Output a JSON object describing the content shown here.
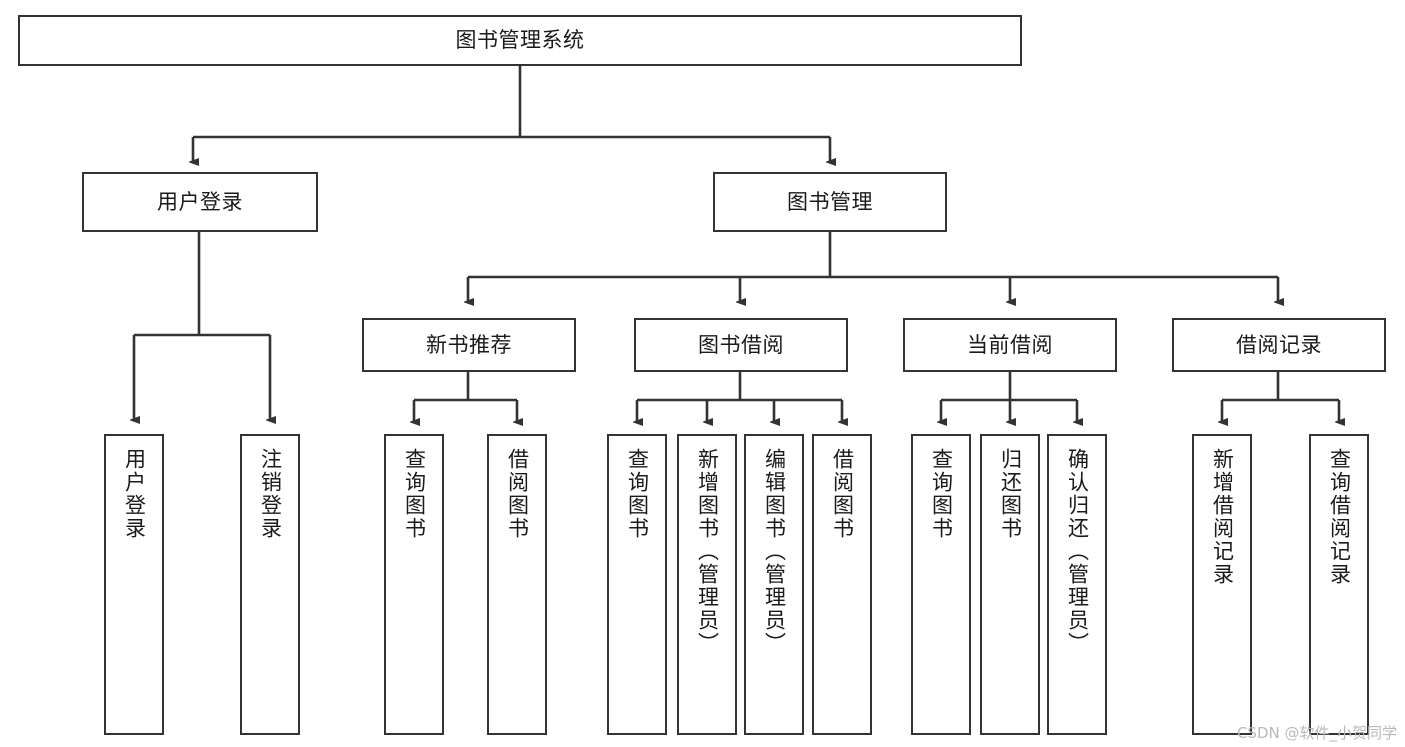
{
  "diagram": {
    "title": "图书管理系统",
    "watermark": "CSDN @软件_小贺同学",
    "accent_color": "#333333",
    "background_color": "#ffffff",
    "levels": {
      "level1": [
        {
          "id": "root",
          "label": "图书管理系统"
        }
      ],
      "level2": [
        {
          "id": "user-login",
          "label": "用户登录"
        },
        {
          "id": "book-manage",
          "label": "图书管理"
        }
      ],
      "level3": [
        {
          "id": "new-book-rec",
          "label": "新书推荐"
        },
        {
          "id": "book-borrow",
          "label": "图书借阅"
        },
        {
          "id": "current-borrow",
          "label": "当前借阅"
        },
        {
          "id": "borrow-record",
          "label": "借阅记录"
        }
      ],
      "level4": [
        {
          "id": "leaf-user-login",
          "label": "用户登录",
          "parent": "user-login"
        },
        {
          "id": "leaf-logout-login",
          "label": "注销登录",
          "parent": "user-login"
        },
        {
          "id": "leaf-query-book-1",
          "label": "查询图书",
          "parent": "new-book-rec"
        },
        {
          "id": "leaf-borrow-book-1",
          "label": "借阅图书",
          "parent": "new-book-rec"
        },
        {
          "id": "leaf-query-book-2",
          "label": "查询图书",
          "parent": "book-borrow"
        },
        {
          "id": "leaf-add-book",
          "label": "新增图书（管理员）",
          "parent": "book-borrow"
        },
        {
          "id": "leaf-edit-book",
          "label": "编辑图书（管理员）",
          "parent": "book-borrow"
        },
        {
          "id": "leaf-borrow-book-2",
          "label": "借阅图书",
          "parent": "book-borrow"
        },
        {
          "id": "leaf-query-book-3",
          "label": "查询图书",
          "parent": "current-borrow"
        },
        {
          "id": "leaf-return-book",
          "label": "归还图书",
          "parent": "current-borrow"
        },
        {
          "id": "leaf-confirm-return",
          "label": "确认归还（管理员）",
          "parent": "current-borrow"
        },
        {
          "id": "leaf-add-record",
          "label": "新增借阅记录",
          "parent": "borrow-record"
        },
        {
          "id": "leaf-query-record",
          "label": "查询借阅记录",
          "parent": "borrow-record"
        }
      ]
    }
  }
}
